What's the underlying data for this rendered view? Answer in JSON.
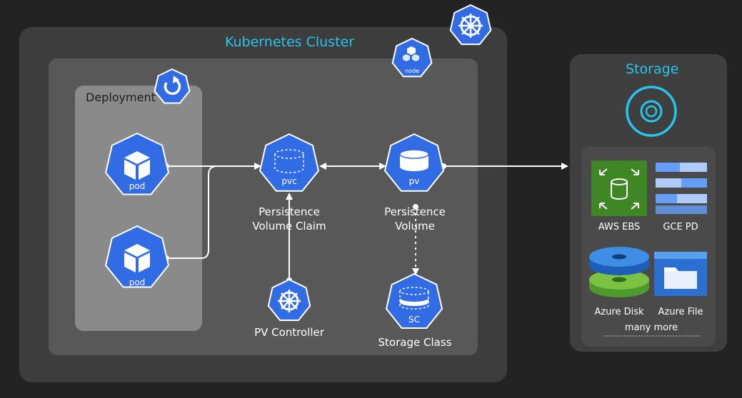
{
  "cluster": {
    "title": "Kubernetes Cluster"
  },
  "node": {
    "icon_label": "node"
  },
  "deployment": {
    "title": "Deployment",
    "pods": [
      {
        "label": "pod"
      },
      {
        "label": "pod"
      }
    ]
  },
  "pvc": {
    "icon_label": "pvc",
    "caption_line1": "Persistence",
    "caption_line2": "Volume Claim"
  },
  "pv": {
    "icon_label": "pv",
    "caption_line1": "Persistence",
    "caption_line2": "Volume"
  },
  "controller": {
    "caption": "PV Controller"
  },
  "storage_class": {
    "icon_label": "SC",
    "caption": "Storage Class"
  },
  "storage": {
    "title": "Storage",
    "providers": [
      {
        "label": "AWS EBS"
      },
      {
        "label": "GCE PD"
      },
      {
        "label": "Azure Disk"
      },
      {
        "label": "Azure File"
      }
    ],
    "more": "many more"
  },
  "colors": {
    "k8s_blue": "#326ce5",
    "accent_cyan": "#29c4ec",
    "aws_green": "#3f8624",
    "azure_blue": "#2b6fd1",
    "azure_green": "#67a92f"
  }
}
